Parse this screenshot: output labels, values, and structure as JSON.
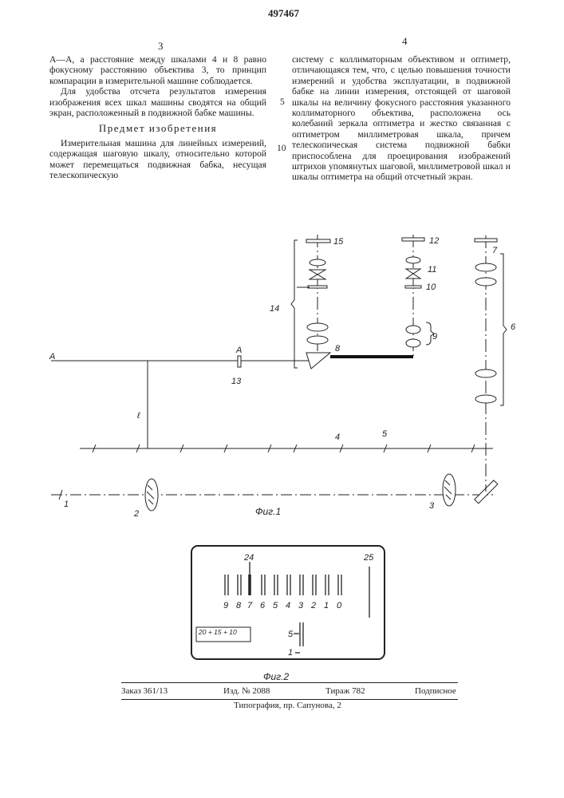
{
  "header": {
    "patent_number": "497467",
    "col_left_num": "3",
    "col_right_num": "4"
  },
  "left_col": {
    "para1": "А—А, а расстояние между шкалами 4 и 8 равно фокусному расстоянию объектива 3, то принцип компарации в измерительной машине соблюдается.",
    "para2": "Для удобства отсчета результатов измерения изображения всех шкал машины сводятся на общий экран, расположенный в подвижной бабке машины.",
    "heading": "Предмет изобретения",
    "para3": "Измерительная машина для линейных измерений, содержащая шаговую шкалу, относительно которой может перемещаться подвижная бабка, несущая телескопическую"
  },
  "right_col": {
    "para1": "систему с коллиматорным объективом и оптиметр, отличающаяся тем, что, с целью повышения точности измерений и удобства эксплуатации, в подвижной бабке на линии измерения, отстоящей от шаговой шкалы на величину фокусного расстояния указанного коллиматорного объектива, расположена ось колебаний зеркала оптиметра и жестко связанная с оптиметром миллиметровая шкала, причем телескопическая система подвижной бабки приспособлена для проецирования изображений штрихов упомянутых шаговой, миллиметровой шкал и шкалы оптиметра на общий отсчетный экран."
  },
  "line_numbers": [
    "5",
    "10"
  ],
  "fig1": {
    "labels": {
      "l1": "1",
      "l2": "2",
      "l3": "3",
      "l4": "4",
      "l5": "5",
      "l6": "6",
      "l7": "7",
      "l8": "8",
      "l9": "9",
      "l10": "10",
      "l11": "11",
      "l12": "12",
      "l13": "13",
      "l14": "14",
      "l15": "15",
      "a_left": "A",
      "a_mid": "A",
      "dist": "ℓ"
    },
    "caption": "Фиг.1"
  },
  "fig2": {
    "top_left_num": "24",
    "top_right_num": "25",
    "digits": [
      "9",
      "8",
      "7",
      "6",
      "5",
      "4",
      "3",
      "2",
      "1",
      "0"
    ],
    "optimeter_scale": "20 + 15 + 10",
    "mark_5": "5",
    "mark_1": "1",
    "caption": "Фиг.2"
  },
  "footer": {
    "order": "Заказ 361/13",
    "edition": "Изд. № 2088",
    "print_run": "Тираж 782",
    "subscription": "Подписное",
    "printer": "Типография, пр. Сапунова, 2"
  }
}
